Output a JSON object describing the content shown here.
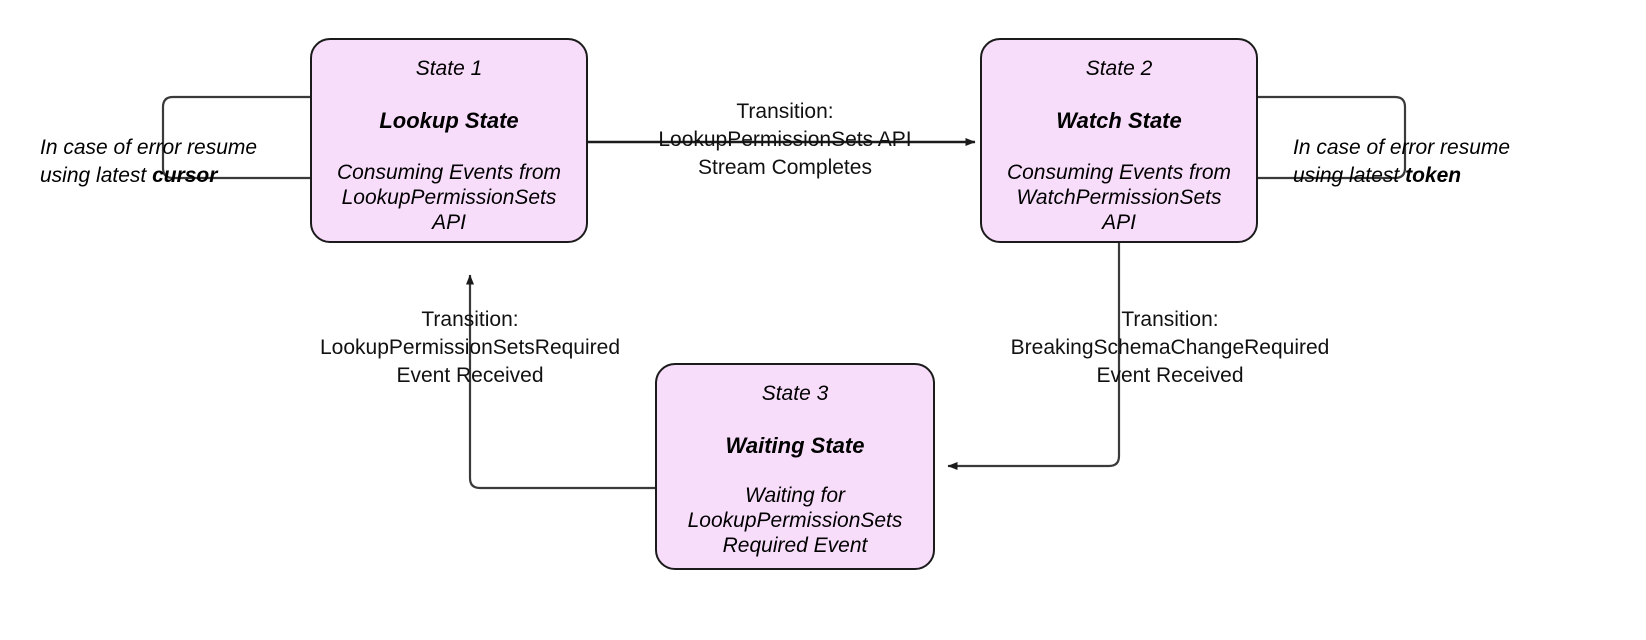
{
  "diagram": {
    "type": "state-machine",
    "background_color": "#ffffff",
    "state_fill_color": "#f8ddfb",
    "state_border_color": "#1b1b1b",
    "edge_color": "#333333"
  },
  "states": [
    {
      "id": "state1",
      "title": "State 1",
      "name": "Lookup State",
      "description": "Consuming Events from\nLookupPermissionSets\nAPI"
    },
    {
      "id": "state2",
      "title": "State 2",
      "name": "Watch State",
      "description": "Consuming Events from\nWatchPermissionSets\nAPI"
    },
    {
      "id": "state3",
      "title": "State 3",
      "name": "Waiting State",
      "description": "Waiting for\nLookupPermissionSets\nRequired Event"
    }
  ],
  "transitions": [
    {
      "id": "t1",
      "from": "state1",
      "to": "state2",
      "label": "Transition:\nLookupPermissionSets API\nStream Completes"
    },
    {
      "id": "t2",
      "from": "state2",
      "to": "state3",
      "label": "Transition:\nBreakingSchemaChangeRequired\nEvent Received"
    },
    {
      "id": "t3",
      "from": "state3",
      "to": "state1",
      "label": "Transition:\nLookupPermissionSetsRequired\nEvent Received"
    }
  ],
  "notes": [
    {
      "id": "note-cursor",
      "attached_to": "state1",
      "text_before": "In case of error resume\nusing latest ",
      "emphasis": "cursor"
    },
    {
      "id": "note-token",
      "attached_to": "state2",
      "text_before": "In case of error resume\nusing latest ",
      "emphasis": "token"
    }
  ]
}
